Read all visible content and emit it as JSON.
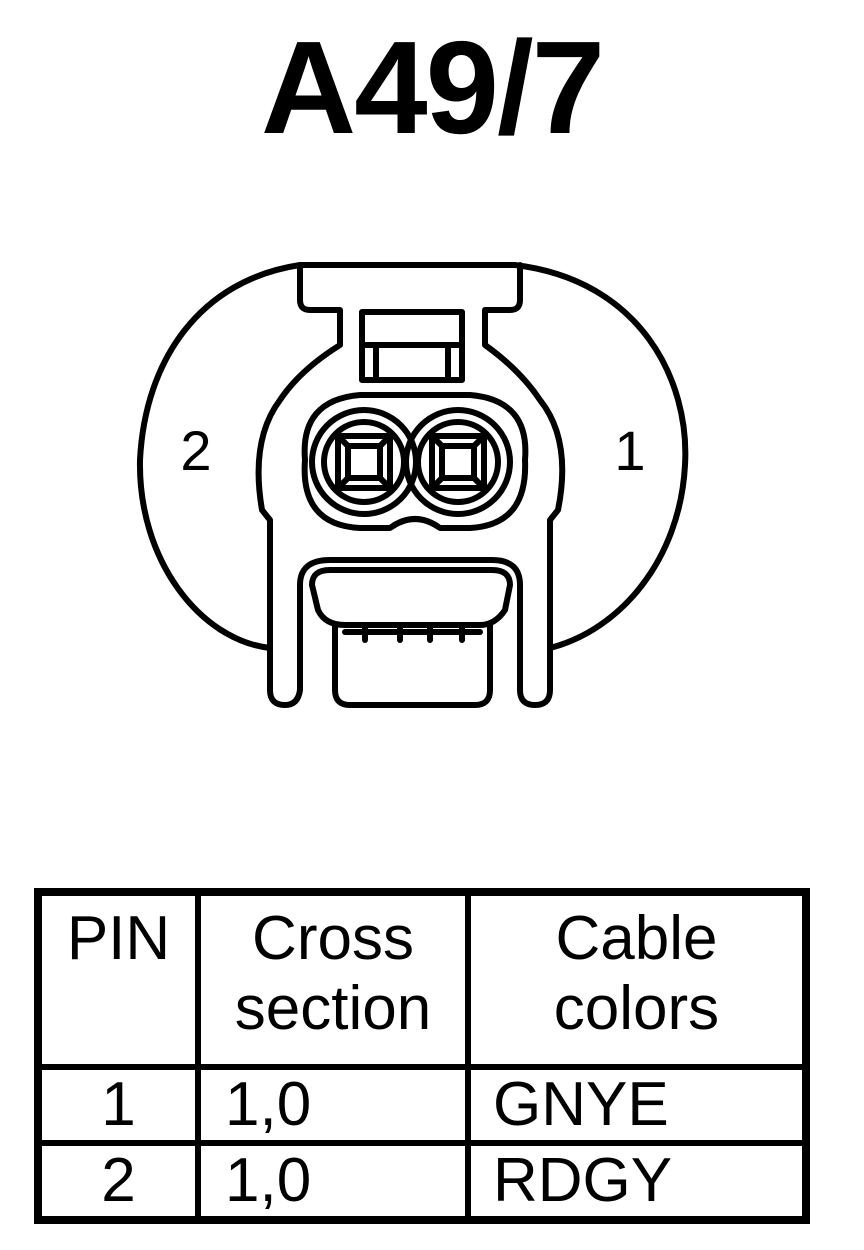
{
  "title": "A49/7",
  "connector": {
    "pin_label_left": "2",
    "pin_label_right": "1"
  },
  "table": {
    "headers": {
      "pin": "PIN",
      "cross_section_line1": "Cross",
      "cross_section_line2": "section",
      "cable_colors_line1": "Cable",
      "cable_colors_line2": "colors"
    },
    "rows": [
      {
        "pin": "1",
        "cross_section": "1,0",
        "cable_color": "GNYE"
      },
      {
        "pin": "2",
        "cross_section": "1,0",
        "cable_color": "RDGY"
      }
    ]
  }
}
